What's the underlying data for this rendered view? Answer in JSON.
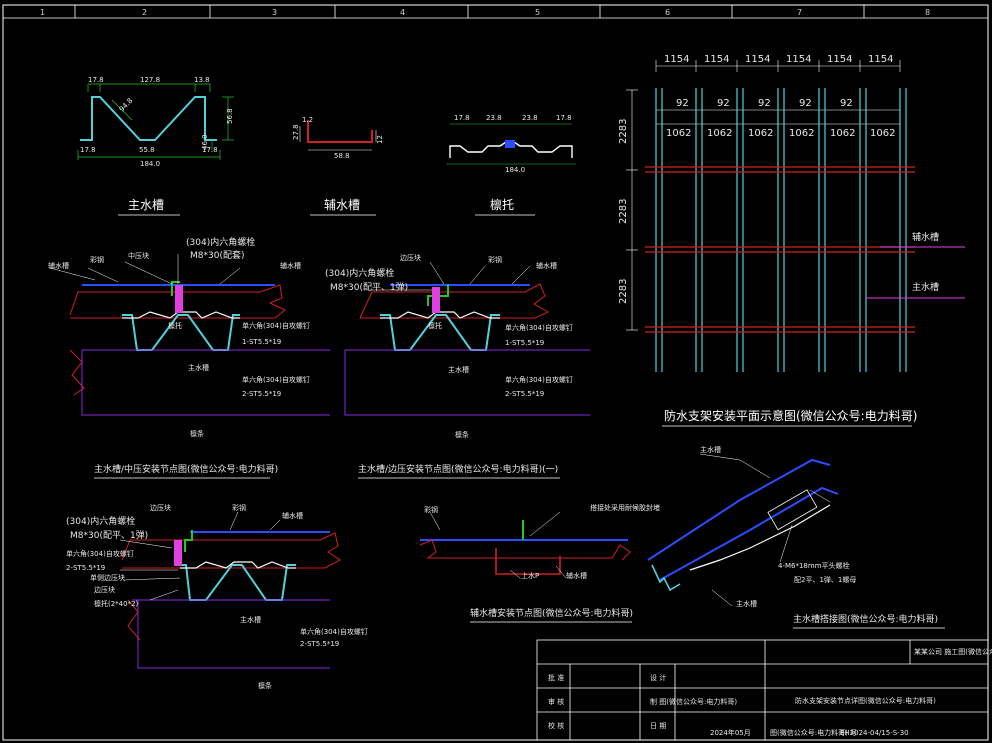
{
  "colors": {
    "background": "#000000",
    "cyan": "#4fd1d9",
    "red": "#d02020",
    "magenta": "#e040e0",
    "purple": "#8a2be2",
    "green": "#22c822",
    "blue": "#2a4dff",
    "white": "#e8e8e8"
  },
  "ruler": [
    "1",
    "2",
    "3",
    "4",
    "5",
    "6",
    "7",
    "8"
  ],
  "profiles": {
    "main_gutter": {
      "title": "主水槽",
      "dims": [
        "17.8",
        "127.8",
        "13.8",
        "17.8",
        "55.8",
        "17.8",
        "184.0",
        "94.8",
        "56.8",
        "46.0"
      ]
    },
    "aux_gutter": {
      "title": "辅水槽",
      "dims": [
        "1.2",
        "27.8",
        "58.8",
        "12"
      ]
    },
    "purlin": {
      "title": "檩托",
      "dims": [
        "17.8",
        "23.8",
        "23.8",
        "17.8",
        "184.0"
      ]
    }
  },
  "detail1": {
    "title": "主水槽/中压安装节点图(微信公众号:电力料哥)",
    "labels": {
      "aux": "辅水槽",
      "tile": "彩钢",
      "press": "中压块",
      "bolt": "(304)内六角螺栓",
      "bolt_spec": "M8*30(配套)",
      "aux2": "辅水槽",
      "purlin": "檩托",
      "screw1": "单六角(304)自攻螺钉",
      "screw1_spec": "1-ST5.5*19",
      "main": "主水槽",
      "screw2": "单六角(304)自攻螺钉",
      "screw2_spec": "2-ST5.5*19",
      "beam": "檩条"
    }
  },
  "detail2": {
    "title": "主水槽/边压安装节点图(微信公众号:电力料哥)(一)",
    "labels": {
      "bolt": "(304)内六角螺栓",
      "bolt_spec": "M8*30(配平、1弹)",
      "press": "边压块",
      "tile": "彩钢",
      "aux": "辅水槽",
      "purlin": "檩托",
      "screw1": "单六角(304)自攻螺钉",
      "screw1_spec": "1-ST5.5*19",
      "main": "主水槽",
      "screw2": "单六角(304)自攻螺钉",
      "screw2_spec": "2-ST5.5*19",
      "beam": "檩条"
    }
  },
  "detail3": {
    "labels": {
      "press": "边压块",
      "bolt": "(304)内六角螺栓",
      "bolt_spec": "M8*30(配平、1弹)",
      "screw_a": "单六角(304)自攻螺钉",
      "screw_a_spec": "2-ST5.5*19",
      "side_a": "单侧边压块",
      "side_b": "边压块",
      "tile": "彩钢",
      "aux": "辅水槽",
      "main_seal": "檩托(2*40*2)",
      "main": "主水槽",
      "screw_b": "单六角(304)自攻螺钉",
      "screw_b_spec": "2-ST5.5*19",
      "beam": "檩条"
    }
  },
  "detail4": {
    "title": "辅水槽安装节点图(微信公众号:电力料哥)",
    "labels": {
      "tile": "彩钢",
      "sealant": "搭接处采用耐候胶封堵",
      "up": "上水P",
      "aux": "辅水槽"
    }
  },
  "detail5": {
    "title": "主水槽搭接图(微信公众号:电力料哥)",
    "labels": {
      "main_top": "主水槽",
      "bolt": "4-M6*18mm平头螺栓",
      "bolt_spec": "配2平、1弹、1螺母",
      "main_bottom": "主水槽"
    }
  },
  "plan": {
    "title": "防水支架安装平面示意图(微信公众号:电力料哥)",
    "top_dims": [
      "1154",
      "1154",
      "1154",
      "1154",
      "1154",
      "1154"
    ],
    "gap_dims": [
      "92",
      "92",
      "92",
      "92",
      "92"
    ],
    "width_dims": [
      "1062",
      "1062",
      "1062",
      "1062",
      "1062",
      "1062"
    ],
    "side_dims": [
      "2283",
      "2283",
      "2283"
    ],
    "callout_aux": "辅水槽",
    "callout_main": "主水槽"
  },
  "title_block": {
    "row_labels": [
      "批 准",
      "审 核",
      "校 核"
    ],
    "design": "设 计",
    "drawing": "制 图(微信公众号:电力料哥)",
    "date_label": "日 期",
    "date": "2024年05月",
    "scale": "图(微信公众号:电力料哥) 号",
    "drawing_no": "EH2024-04/15-S-30",
    "project_name": "防水支架安装节点详图(微信公众号:电力料哥)",
    "company": "某某公司 施工图(微信公众号:电力料哥) 阶段"
  }
}
